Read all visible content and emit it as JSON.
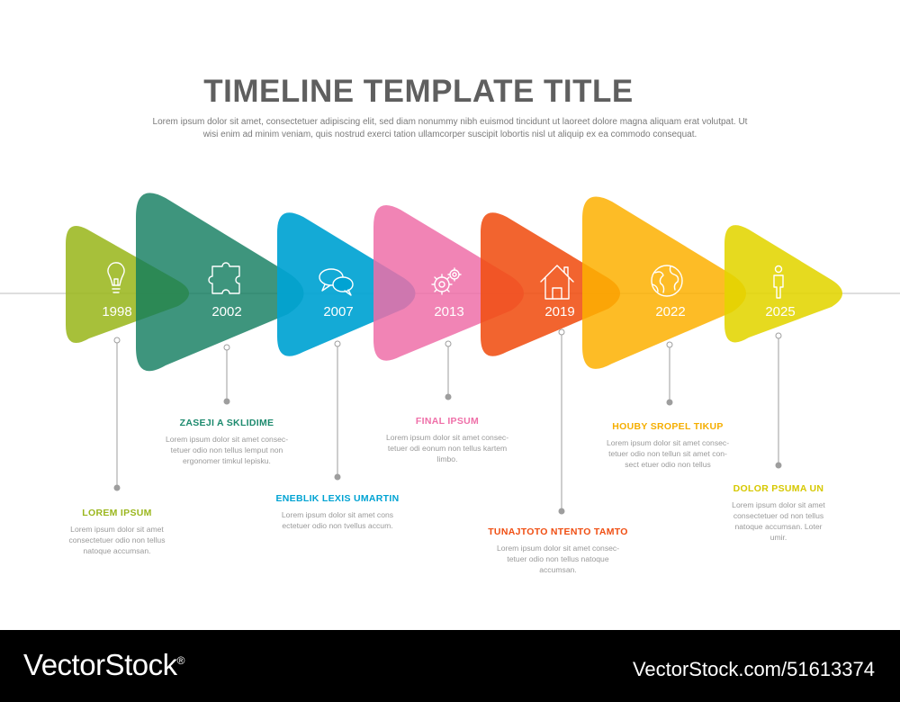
{
  "title": "TIMELINE TEMPLATE TITLE",
  "subtitle_lines": [
    "Lorem ipsum dolor sit amet, consectetuer adipiscing elit, sed diam nonummy nibh euismod tincidunt ut laoreet dolore magna aliquam erat volutpat. Ut",
    "wisi enim ad minim veniam, quis nostrud exerci tation ullamcorper suscipit lobortis nisl ut aliquip ex ea commodo consequat."
  ],
  "steps": [
    {
      "year": "1998",
      "icon": "lightbulb-icon",
      "color": "#9bb71f",
      "heading": "LOREM IPSUM",
      "body": [
        "Lorem ipsum dolor sit amet",
        "consectetuer odio non tellus",
        "natoque accumsan."
      ]
    },
    {
      "year": "2002",
      "icon": "puzzle-icon",
      "color": "#1d8a6e",
      "heading": "ZASEJI A SKLIDIME",
      "body": [
        "Lorem ipsum dolor sit amet consec-",
        "tetuer odio non tellus lemput non",
        "ergonomer timkul lepisku."
      ]
    },
    {
      "year": "2007",
      "icon": "speech-bubbles-icon",
      "color": "#00a3d3",
      "heading": "ENEBLIK LEXIS UMARTIN",
      "body": [
        "Lorem ipsum dolor sit amet cons",
        "ectetuer odio non tvellus accum."
      ]
    },
    {
      "year": "2013",
      "icon": "gears-icon",
      "color": "#ef6fa8",
      "heading": "FINAL IPSUM",
      "body": [
        "Lorem ipsum dolor sit amet consec-",
        "tetuer odi eonum non tellus kartem",
        "limbo."
      ]
    },
    {
      "year": "2019",
      "icon": "house-icon",
      "color": "#f04e12",
      "heading": "TUNAJTOTO NTENTO TAMTO",
      "body": [
        "Lorem ipsum dolor sit amet consec-",
        "tetuer odio non tellus natoque",
        "accumsan."
      ]
    },
    {
      "year": "2022",
      "icon": "globe-icon",
      "color": "#fdb000",
      "heading": "HOUBY SROPEL TIKUP",
      "body": [
        "Lorem ipsum dolor sit amet consec-",
        "tetuer odio non tellun sit amet con-",
        "sect etuer odio non tellus"
      ]
    },
    {
      "year": "2025",
      "icon": "person-icon",
      "color": "#e3d500",
      "heading": "DOLOR PSUMA UN",
      "body": [
        "Lorem ipsum dolor sit amet",
        "consectetuer od non tellus",
        "natoque accumsan. Loter",
        "umir."
      ]
    }
  ],
  "watermark": {
    "brand": "VectorStock",
    "brand_mark": "®",
    "id": "VectorStock.com/51613374"
  }
}
